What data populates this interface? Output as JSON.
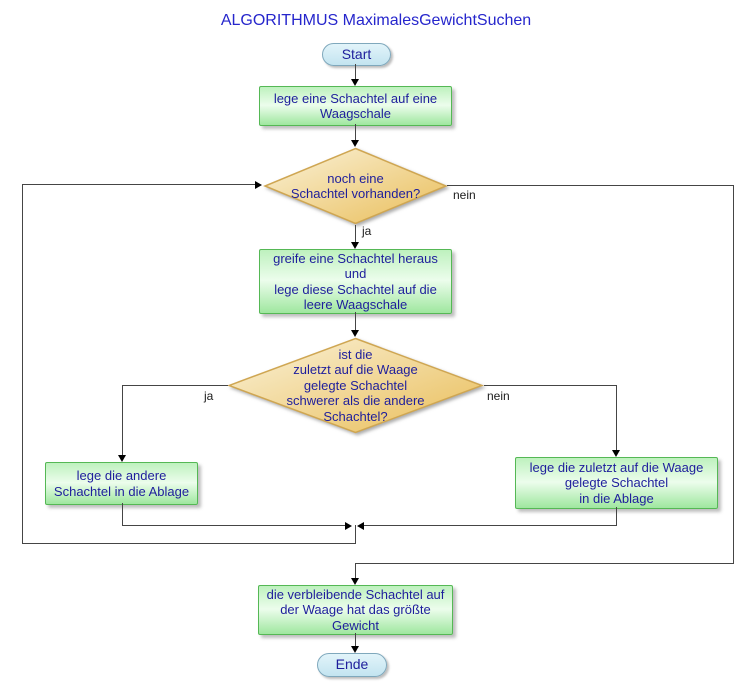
{
  "title": "ALGORITHMUS MaximalesGewichtSuchen",
  "colors": {
    "title_text": "#2626cc",
    "node_text": "#1e1e9c",
    "process_fill_top": "#bef1be",
    "process_fill_bottom": "#9fe79f",
    "process_border": "#55b855",
    "decision_fill_light": "#faf2d9",
    "decision_fill_dark": "#e9bd58",
    "decision_border": "#cfa652",
    "terminal_fill": "#c3e4f0",
    "terminal_border": "#7fa8bc",
    "connector_line": "#454545",
    "branch_label_text": "#1b1b1b"
  },
  "nodes": {
    "start": {
      "label": "Start"
    },
    "p1": {
      "text": "lege eine Schachtel auf eine\nWaagschale"
    },
    "d1": {
      "text": "noch eine\nSchachtel vorhanden?",
      "yes_label": "ja",
      "no_label": "nein"
    },
    "p2": {
      "text": "greife eine Schachtel heraus\nund\nlege diese Schachtel auf die\nleere Waagschale"
    },
    "d2": {
      "text": "ist die\nzuletzt auf die Waage\ngelegte Schachtel\nschwerer als die andere\nSchachtel?",
      "yes_label": "ja",
      "no_label": "nein"
    },
    "p3": {
      "text": "lege die andere\nSchachtel in die Ablage"
    },
    "p4": {
      "text": "lege die zuletzt auf die Waage\ngelegte Schachtel\nin die Ablage"
    },
    "p5": {
      "text": "die verbleibende Schachtel auf\nder Waage hat das größte\nGewicht"
    },
    "end": {
      "label": "Ende"
    }
  }
}
